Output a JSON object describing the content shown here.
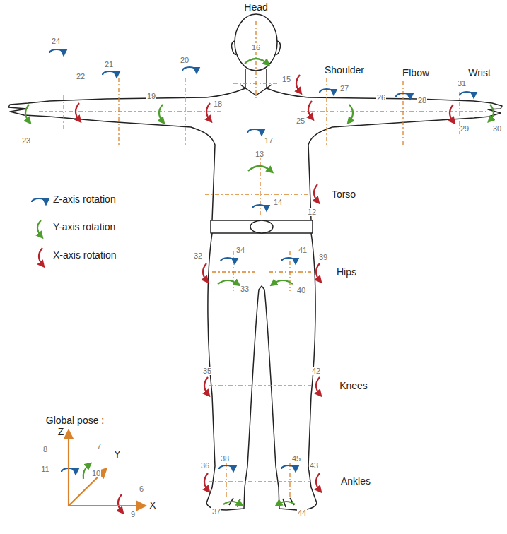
{
  "diagram": {
    "labels": [
      "Head",
      "Shoulder",
      "Elbow",
      "Wrist",
      "Torso",
      "Hips",
      "Knees",
      "Ankles",
      "Global pose :",
      "Z",
      "Y",
      "X",
      "6",
      "7",
      "8",
      "9",
      "10",
      "11",
      "12",
      "13",
      "14",
      "15",
      "16",
      "17",
      "18",
      "19",
      "20",
      "21",
      "22",
      "23",
      "24",
      "25",
      "26",
      "27",
      "28",
      "29",
      "30",
      "31",
      "32",
      "33",
      "34",
      "35",
      "36",
      "37",
      "38",
      "39",
      "40",
      "41",
      "42",
      "43",
      "44",
      "45"
    ],
    "legend": [
      {
        "text": "Z-axis rotation"
      },
      {
        "text": "Y-axis rotation"
      },
      {
        "text": "X-axis rotation"
      }
    ]
  }
}
